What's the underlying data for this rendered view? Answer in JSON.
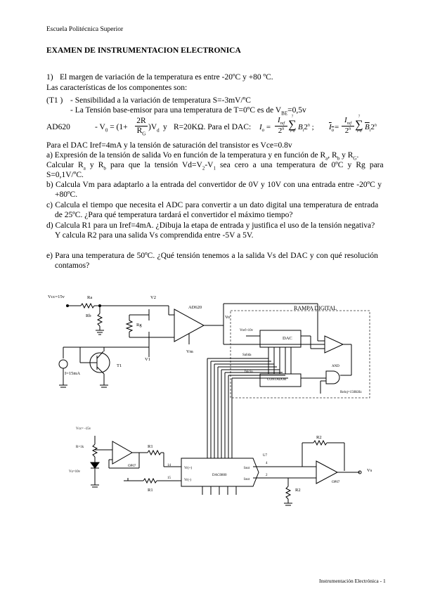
{
  "header": {
    "institution": "Escuela Politécnica Superior"
  },
  "title": "EXAMEN DE INSTRUMENTACION ELECTRONICA",
  "question": {
    "number": "1)",
    "intro": "El margen de variación de la temperatura es entre -20ºC y +80 ºC.",
    "components_heading": "Las características de los componentes son:",
    "t1_label": "(T1 )",
    "t1_line1": "- Sensibilidad a la variación de temperatura  S=-3mV/ºC",
    "t1_line2": "- La Tensión base-emisor  para una temperatura de T=0ºC es de V",
    "t1_line2_sub": "BE",
    "t1_line2_end": "=0,5v",
    "ad620_label": "AD620",
    "ad620_formula_left": "- V",
    "ad620_formula_sub0": "0",
    "ad620_formula_mid": " = (1+",
    "ad620_frac_num": "2R",
    "ad620_frac_den": "R",
    "ad620_frac_den_sub": "G",
    "ad620_formula_end": ")V",
    "ad620_formula_sub_d": "d",
    "ad620_y": "y",
    "ad620_rval": "R=20KΩ. Para el DAC: ",
    "dac_formula_io": "I",
    "dac_formula_io_sub": "o",
    "dac_formula_eq": " = ",
    "dac_iref": "I",
    "dac_iref_sub": "ref",
    "dac_2n": "2",
    "dac_2n_sup": "n",
    "dac_sum_top": "7",
    "dac_sum_bottom": "i=0",
    "dac_bi": "B",
    "dac_bi_sub": "i",
    "dac_2i": "2",
    "dac_2i_sup": "n",
    "dac_sep": " ; ",
    "dac_io_bar": "I",
    "dac_bbar": "B",
    "dac_line": "Para el DAC Iref=4mA y la tensión de saturación del transistor es Vce=0.8v",
    "a_line1": "a) Expresión de la tensión de salida Vo en función de la temperatura  y en función de R",
    "a_sub_a": "a",
    "a_mid": ", R",
    "a_sub_b": "b",
    "a_y": " y R",
    "a_sub_g": "G",
    "a_end": ".",
    "a_line2_pre": "Calcular R",
    "a_line2_a": "a",
    "a_line2_y": " y R",
    "a_line2_b": "b",
    "a_line2_rest": " para que la tensión Vd=V",
    "a_line2_2": "2",
    "a_line2_minus": "-V",
    "a_line2_1": "1",
    "a_line2_end": " sea cero a una temperatura de 0ºC y Rg para",
    "a_line3": "S=0,1V/ºC.",
    "b_line1": "b) Calcula Vm para adaptarlo a la entrada del convertidor de 0V y 10V con una entrada entre -20ºC y",
    "b_line2": "+80ºC.",
    "c_line1": "c) Calcula el tiempo que necesita el ADC para convertir a un dato digital una temperatura de entrada",
    "c_line2": "de 25ºC. ¿Para qué temperatura tardará el convertidor el máximo tiempo?",
    "d_line1": "d) Calcula R1 para un Iref=4mA. ¿Dibuja la etapa de entrada y justifica el uso de la tensión negativa?",
    "d_line2": "Y calcula R2 para una salida Vs comprendida entre -5V a 5V.",
    "e_line1": "e) Para una temperatura de 50ºC. ¿Qué tensión tenemos a la salida Vs del DAC y con qué resolución",
    "e_line2": "contamos?"
  },
  "circuit": {
    "vcc_pos": "Vcc=15v",
    "ra": "Ra",
    "rb": "Rb",
    "v2": "V2",
    "ad620": "AD620",
    "rg": "Rg",
    "vo": "Vo",
    "vm": "Vm",
    "v1": "V1",
    "t1": "T1",
    "i_source": "I=15mA",
    "rampa": "RAMPA DIGITAL",
    "vrefr": "Vref+10v",
    "dac": "DAC",
    "salida": "Salida",
    "inicio": "Inicio",
    "contador": "CONTADOR",
    "and": "AND",
    "reloj": "Reloj=150KHz",
    "vcc_neg": "Vcc= -15v",
    "r_1k": "R=1k",
    "vz": "Vz=10v",
    "op07_a": "OP07",
    "r1_top": "R1",
    "r1_bot": "R1",
    "pin14": "14",
    "pin15": "15",
    "vref_plus": "Vr(+)",
    "vref_minus": "Vr(-)",
    "dac0800": "DAC0800",
    "iout": "Iout",
    "iout_b": "Iout",
    "pin4": "4",
    "pin2": "2",
    "u7": "U7",
    "r2_top": "R2",
    "r2_bot": "R2",
    "op07_b": "OP07",
    "vs": "Vs"
  },
  "footer": {
    "text": "Instrumentación Electrónica - 1"
  }
}
